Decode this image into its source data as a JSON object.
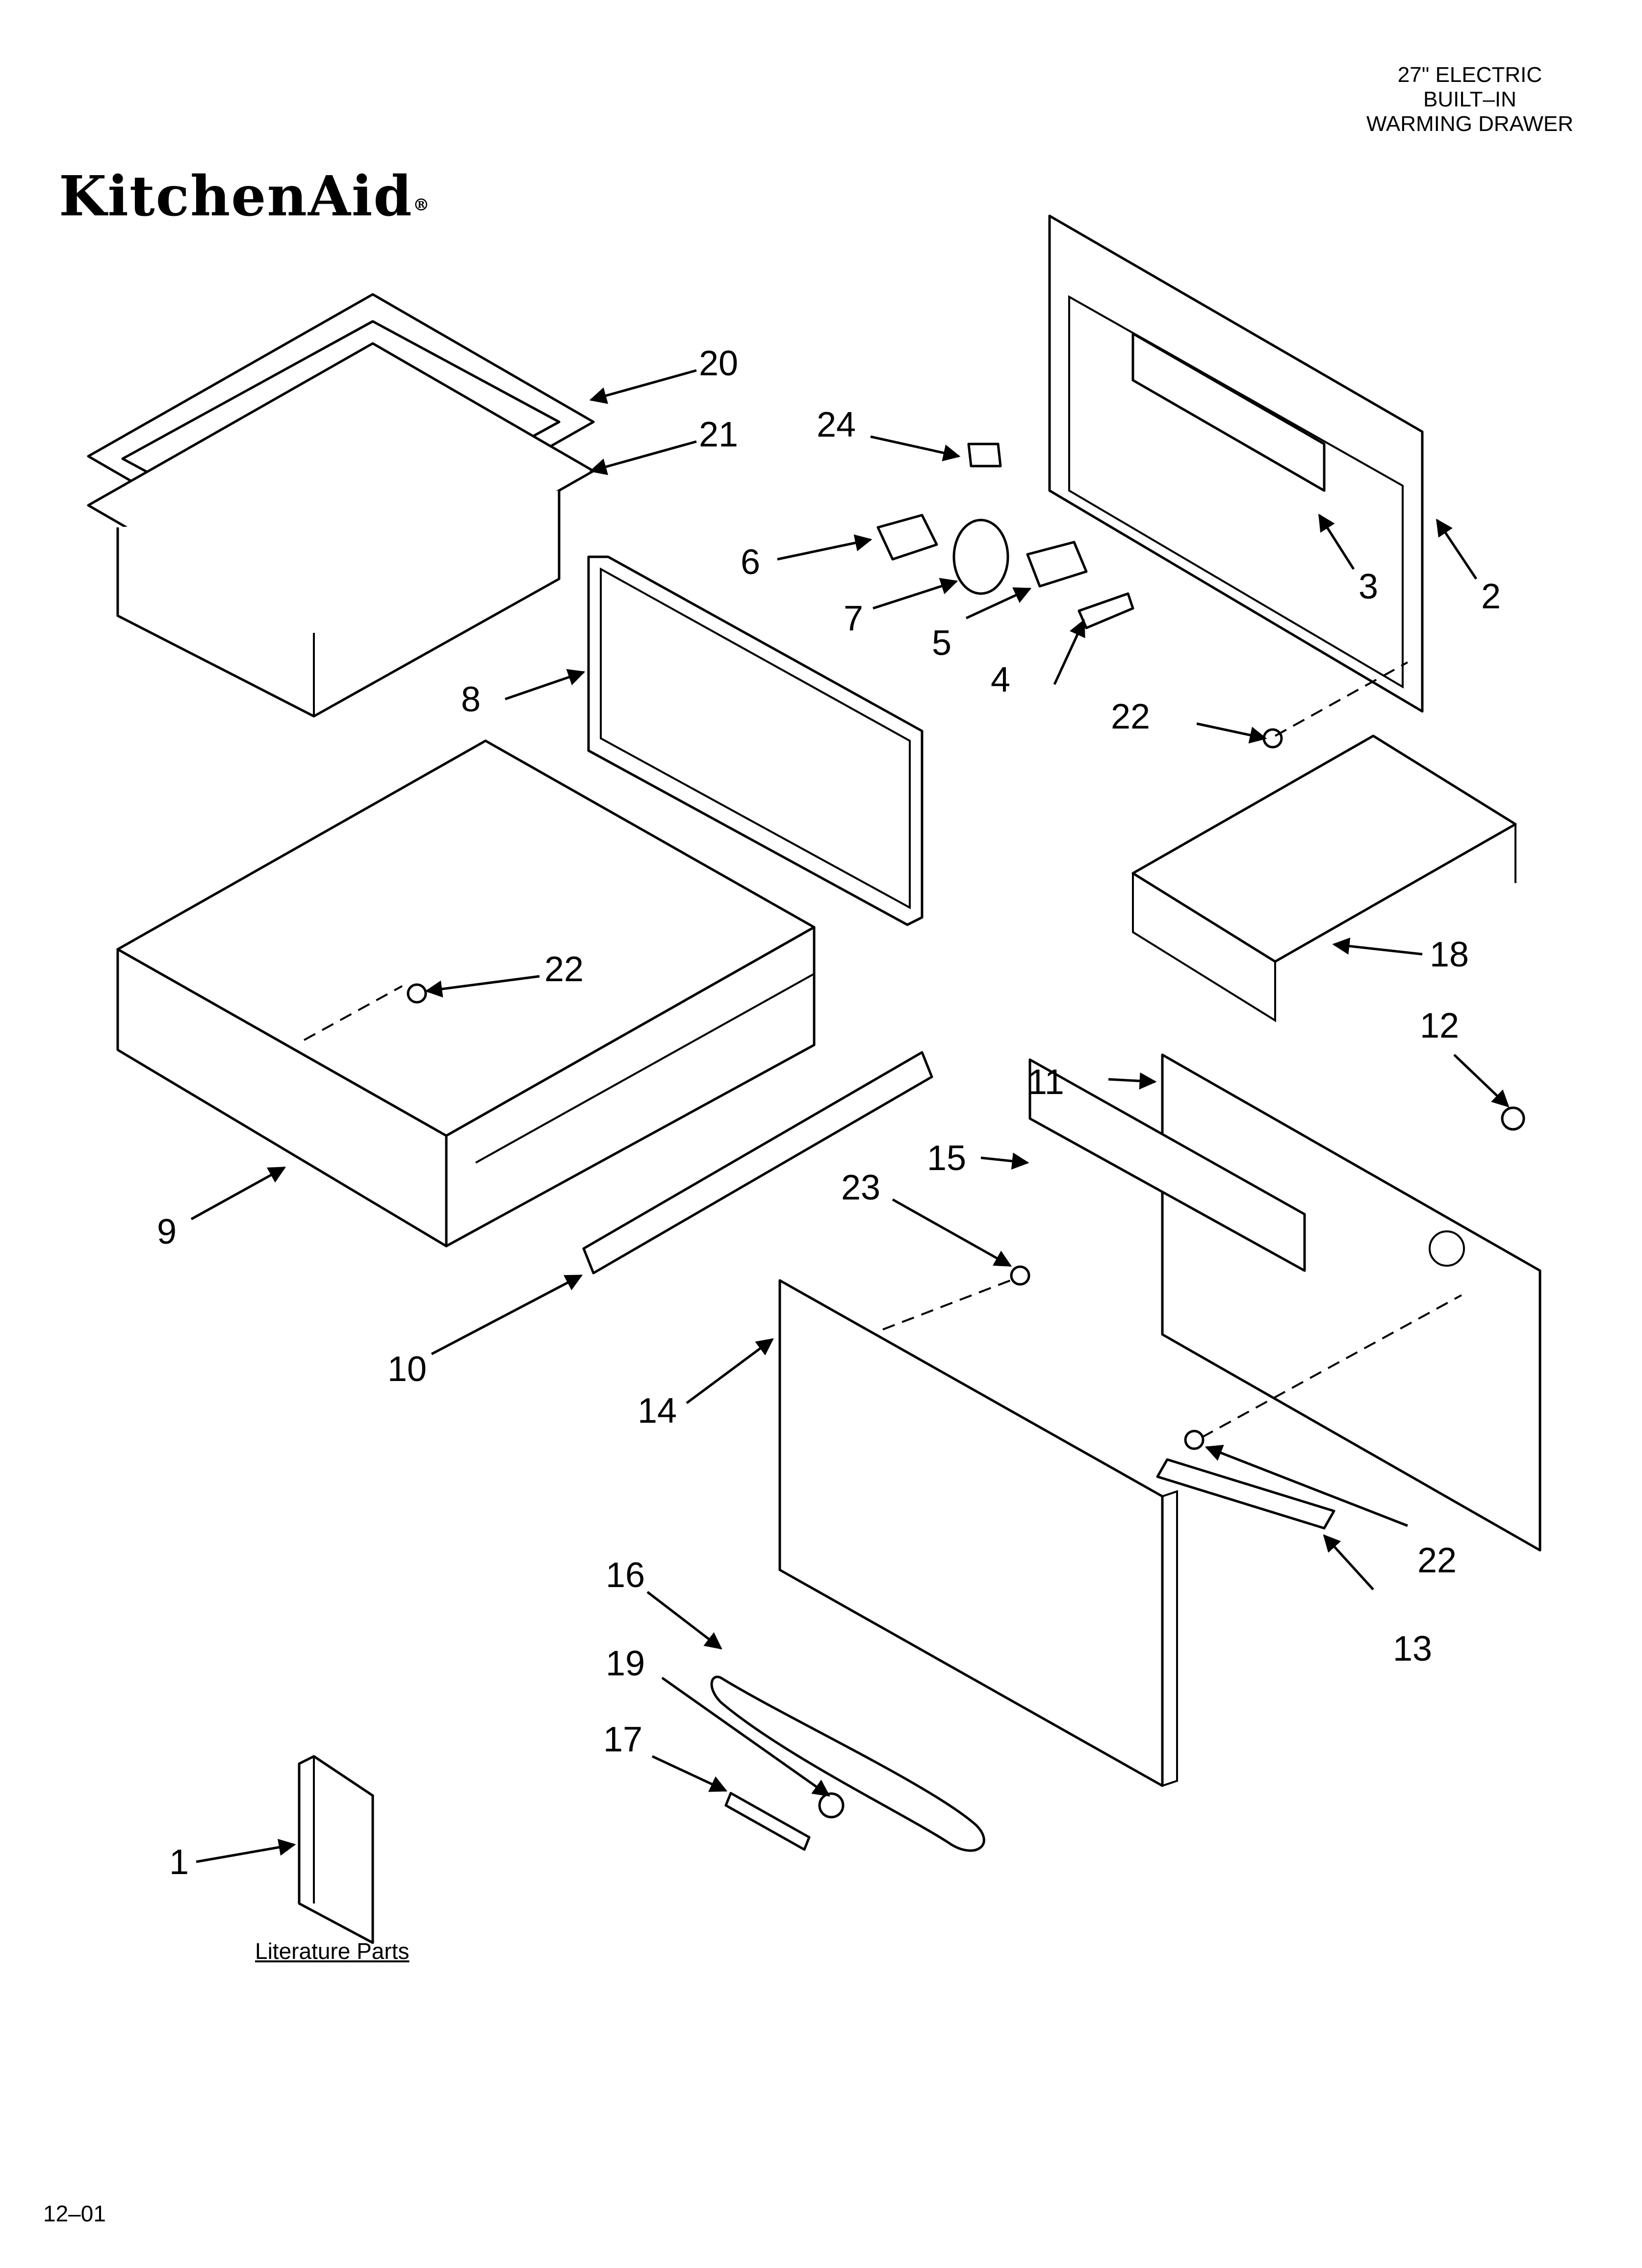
{
  "header": {
    "title_lines": [
      "27\" ELECTRIC",
      "BUILT–IN",
      "WARMING DRAWER"
    ],
    "brand": "KitchenAid",
    "brand_mark": "®"
  },
  "parts": [
    {
      "key": "1",
      "label": "1"
    },
    {
      "key": "2",
      "label": "2"
    },
    {
      "key": "3",
      "label": "3"
    },
    {
      "key": "4",
      "label": "4"
    },
    {
      "key": "5",
      "label": "5"
    },
    {
      "key": "6",
      "label": "6"
    },
    {
      "key": "7",
      "label": "7"
    },
    {
      "key": "8",
      "label": "8"
    },
    {
      "key": "9",
      "label": "9"
    },
    {
      "key": "10",
      "label": "10"
    },
    {
      "key": "11",
      "label": "11"
    },
    {
      "key": "12",
      "label": "12"
    },
    {
      "key": "13",
      "label": "13"
    },
    {
      "key": "14",
      "label": "14"
    },
    {
      "key": "15",
      "label": "15"
    },
    {
      "key": "16",
      "label": "16"
    },
    {
      "key": "17",
      "label": "17"
    },
    {
      "key": "18",
      "label": "18"
    },
    {
      "key": "19",
      "label": "19"
    },
    {
      "key": "20",
      "label": "20"
    },
    {
      "key": "21",
      "label": "21"
    },
    {
      "key": "22a",
      "label": "22"
    },
    {
      "key": "22b",
      "label": "22"
    },
    {
      "key": "22c",
      "label": "22"
    },
    {
      "key": "23",
      "label": "23"
    },
    {
      "key": "24",
      "label": "24"
    }
  ],
  "footer": {
    "literature_label": "Literature Parts",
    "revision": "12–01"
  }
}
